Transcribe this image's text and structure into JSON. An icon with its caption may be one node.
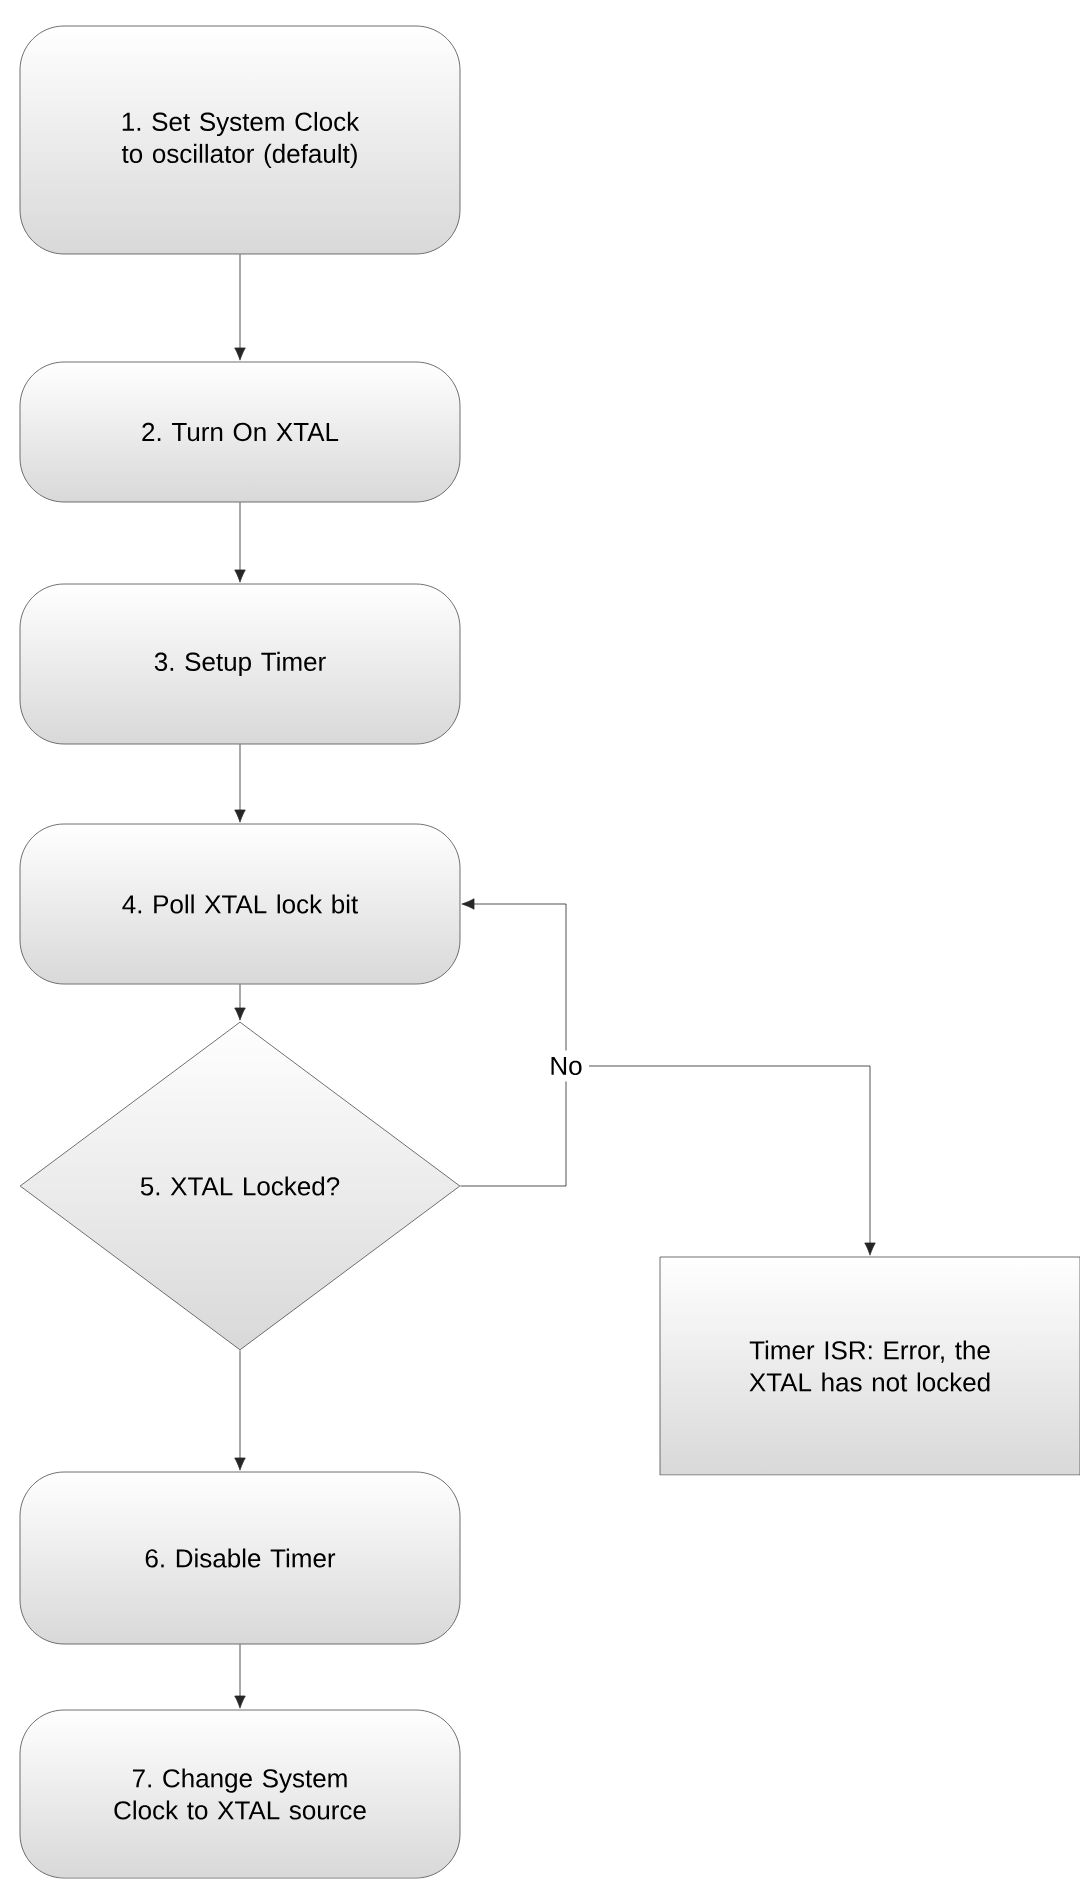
{
  "diagram": {
    "nodes": [
      {
        "text": [
          "1. Set System Clock to oscillator (default)"
        ]
      },
      {
        "text": [
          "2. Turn On XTAL"
        ]
      },
      {
        "text": [
          "3. Setup Timer"
        ]
      },
      {
        "text": [
          "4. Poll XTAL lock bit"
        ]
      },
      {
        "text": [
          "5. XTAL Locked?"
        ]
      },
      {
        "text": [
          "6. Disable Timer"
        ]
      },
      {
        "text": [
          "7. Change System Clock to XTAL source"
        ]
      },
      {
        "text": [
          "Timer ISR: Error, the XTAL has not locked"
        ]
      },
      {
        "text": [
          "No"
        ]
      }
    ],
    "edges": [
      {
        "from": 0,
        "to": 1,
        "arrow": "to"
      },
      {
        "from": 1,
        "to": 2,
        "arrow": "to"
      },
      {
        "from": 2,
        "to": 3,
        "arrow": "to"
      },
      {
        "from": 3,
        "to": 4,
        "arrow": "to"
      },
      {
        "from": 4,
        "to": 5,
        "arrow": "to"
      },
      {
        "from": 5,
        "to": 6,
        "arrow": "to"
      },
      {
        "from": 4,
        "to": 8,
        "arrow": "none"
      },
      {
        "from": 8,
        "to": 3,
        "arrow": "to"
      },
      {
        "from": 8,
        "to": 7,
        "arrow": "to"
      }
    ]
  }
}
